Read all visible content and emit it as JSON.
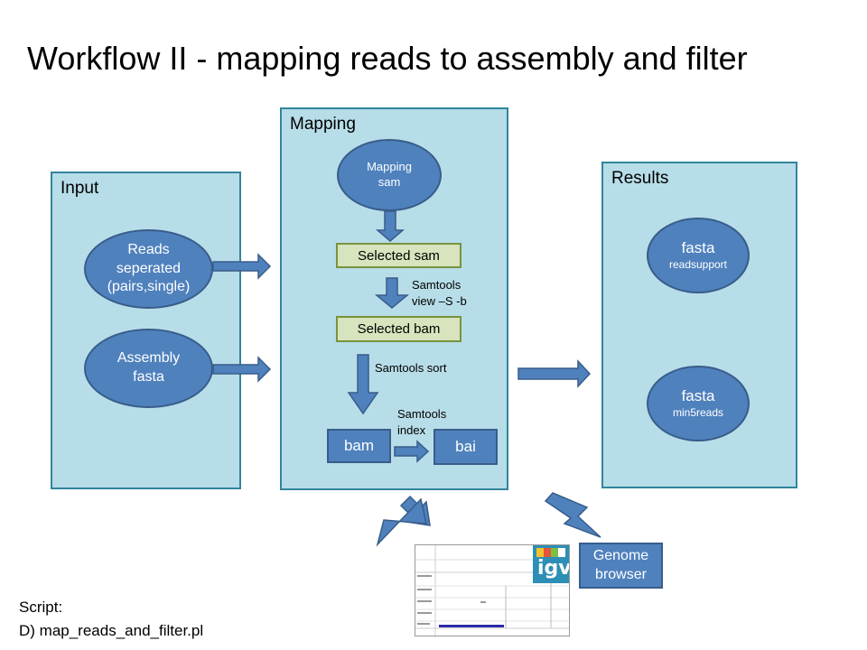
{
  "title": "Workflow II - mapping reads to assembly and filter",
  "input": {
    "label": "Input",
    "reads": [
      "Reads",
      "seperated",
      "(pairs,single)"
    ],
    "assembly": [
      "Assembly",
      "fasta"
    ]
  },
  "mapping": {
    "label": "Mapping",
    "mapping_sam": [
      "Mapping",
      "sam"
    ],
    "selected_sam": "Selected sam",
    "samtools_view": [
      "Samtools",
      "view –S -b"
    ],
    "selected_bam": "Selected bam",
    "samtools_sort": "Samtools sort",
    "samtools_index": [
      "Samtools",
      "index"
    ],
    "bam": "bam",
    "bai": "bai"
  },
  "results": {
    "label": "Results",
    "fasta1": {
      "main": "fasta",
      "sub": "readsupport"
    },
    "fasta2": {
      "main": "fasta",
      "sub": "min5reads"
    }
  },
  "genome_browser": [
    "Genome",
    "browser"
  ],
  "igv_logo": "igv",
  "script": {
    "label": "Script:",
    "file": "D) map_reads_and_filter.pl"
  },
  "colors": {
    "panel_fill": "#b7dde8",
    "panel_border": "#31859c",
    "shape_blue": "#4f81bd",
    "shape_border": "#385d8a",
    "green_fill": "#d7e4bd",
    "green_border": "#77933c"
  }
}
